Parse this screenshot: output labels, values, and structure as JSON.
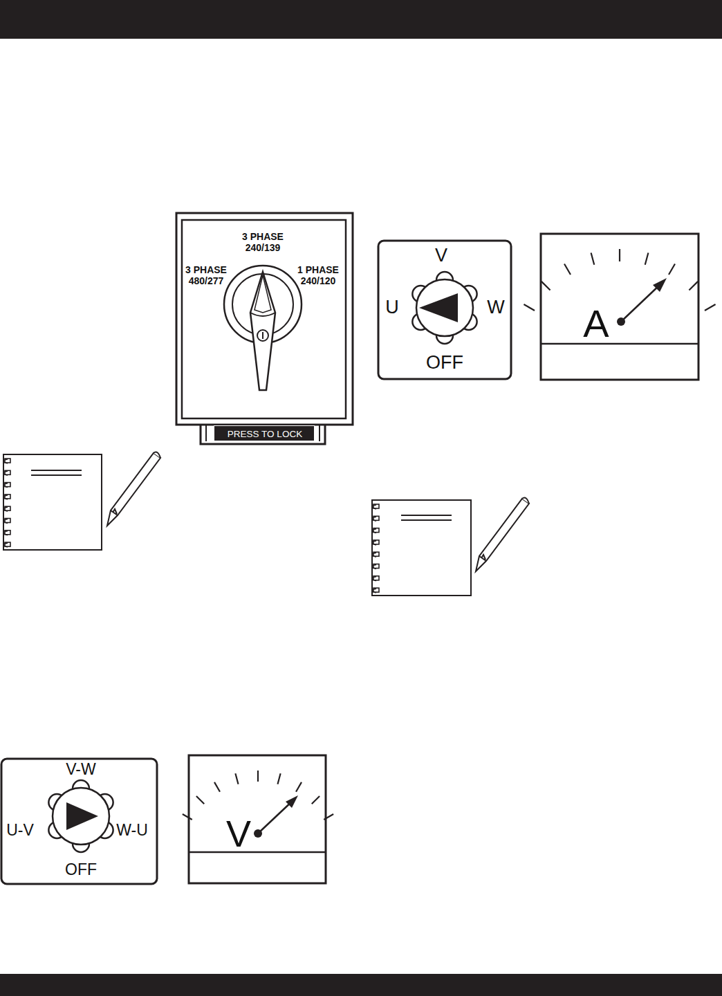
{
  "diagram": {
    "nodes": [
      {
        "text": [
          "3 PHASE 240/139",
          "3 PHASE 480/277",
          "1 PHASE 240/120"
        ]
      },
      {
        "text": [
          "PRESS TO LOCK"
        ]
      },
      {
        "text": [
          "V",
          "U",
          "W",
          "OFF"
        ]
      },
      {
        "text": [
          "A"
        ]
      },
      {
        "text": [
          "V-W",
          "U-V",
          "W-U",
          "OFF"
        ]
      },
      {
        "text": [
          "V"
        ]
      }
    ]
  }
}
